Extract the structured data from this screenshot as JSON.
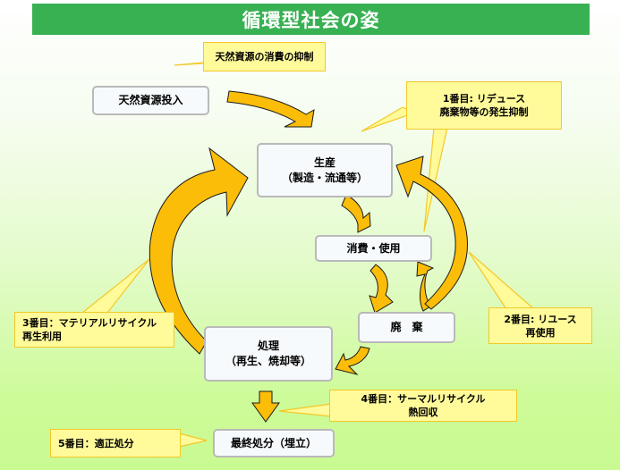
{
  "title": "循環型社会の姿",
  "colors": {
    "title_bg": "#38b153",
    "arrow_fill": "#fbbd08",
    "callout_fill": "#fffa9a",
    "callout_border": "#f3c82a",
    "node_fill": "#f7fafc",
    "node_border": "#b9b9b9"
  },
  "nodes": {
    "natural_input": {
      "lines": [
        "天然資源投入"
      ]
    },
    "production": {
      "lines": [
        "生産",
        "（製造・流通等）"
      ]
    },
    "consumption": {
      "lines": [
        "消費・使用"
      ]
    },
    "disposal": {
      "lines": [
        "廃　棄"
      ]
    },
    "treatment": {
      "lines": [
        "処理",
        "（再生、焼却等）"
      ]
    },
    "final_disposal": {
      "lines": [
        "最終処分（埋立）"
      ]
    }
  },
  "callouts": {
    "resource_suppression": {
      "lines": [
        "天然資源の消費の抑制"
      ]
    },
    "reduce": {
      "lines": [
        "1番目: リデュース",
        "廃棄物等の発生抑制"
      ]
    },
    "reuse": {
      "lines": [
        "2番目: リユース",
        "再使用"
      ]
    },
    "material_recycle": {
      "lines": [
        "3番目：マテリアルリサイクル",
        "再生利用"
      ]
    },
    "thermal_recycle": {
      "lines": [
        "4番目：サーマルリサイクル",
        "熱回収"
      ]
    },
    "proper_disposal": {
      "lines": [
        "5番目：適正処分"
      ]
    }
  },
  "flows": [
    {
      "from": "天然資源投入",
      "to": "生産"
    },
    {
      "from": "生産",
      "to": "消費・使用"
    },
    {
      "from": "消費・使用",
      "to": "廃棄"
    },
    {
      "from": "廃棄",
      "to": "消費・使用",
      "label": "2番目: リユース"
    },
    {
      "from": "廃棄",
      "to": "生産",
      "label": "2番目: リユース"
    },
    {
      "from": "廃棄",
      "to": "処理"
    },
    {
      "from": "処理",
      "to": "生産",
      "label": "3番目：マテリアルリサイクル"
    },
    {
      "from": "処理",
      "to": "最終処分（埋立）"
    }
  ]
}
